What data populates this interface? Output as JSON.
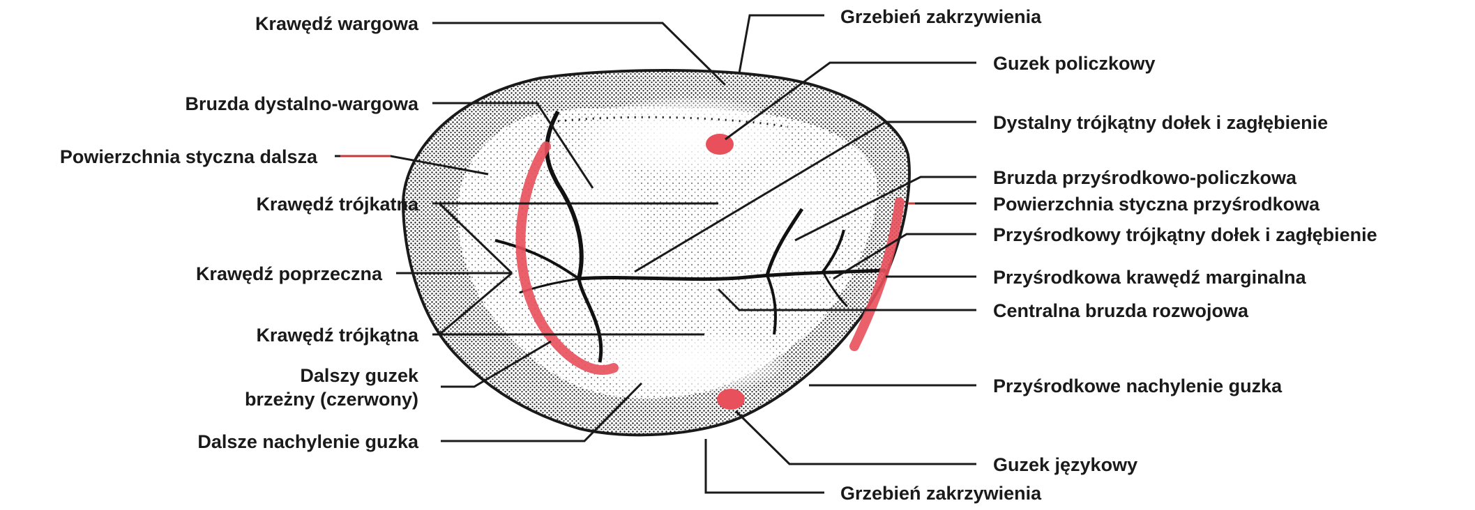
{
  "labels": {
    "krawedz_wargowa": "Krawędź wargowa",
    "bruzda_dystalno_wargowa": "Bruzda dystalno-wargowa",
    "powierzchnia_styczna_dalsza": "Powierzchnia styczna dalsza",
    "krawedz_trojkatna_top": "Krawędź trójkatna",
    "krawedz_poprzeczna": "Krawędź poprzeczna",
    "krawedz_trojkatna_bottom": "Krawędź trójkątna",
    "dalszy_guzek_line1": "Dalszy guzek",
    "dalszy_guzek_line2": "brzeżny (czerwony)",
    "dalsze_nachylenie": "Dalsze nachylenie guzka",
    "grzebien_top": "Grzebień zakrzywienia",
    "guzek_policzkowy": "Guzek policzkowy",
    "dystalny_dolek": "Dystalny trójkątny dołek i zagłębienie",
    "bruzda_przysrodkowo_policzkowa": "Bruzda przyśrodkowo-policzkowa",
    "powierzchnia_styczna_przysrodkowa": "Powierzchnia styczna przyśrodkowa",
    "przysrodkowy_dolek": "Przyśrodkowy trójkątny dołek i zagłębienie",
    "przysrodkowa_krawedz": "Przyśrodkowa krawędź marginalna",
    "centralna_bruzda": "Centralna bruzda rozwojowa",
    "przysrodkowe_nachylenie": "Przyśrodkowe nachylenie guzka",
    "guzek_jezykowy": "Guzek językowy",
    "grzebien_bottom": "Grzebień zakrzywienia"
  },
  "colors": {
    "highlight_red": "#e8505b",
    "ink": "#1a1a1a",
    "tooth_fill": "#f4f4f2"
  }
}
